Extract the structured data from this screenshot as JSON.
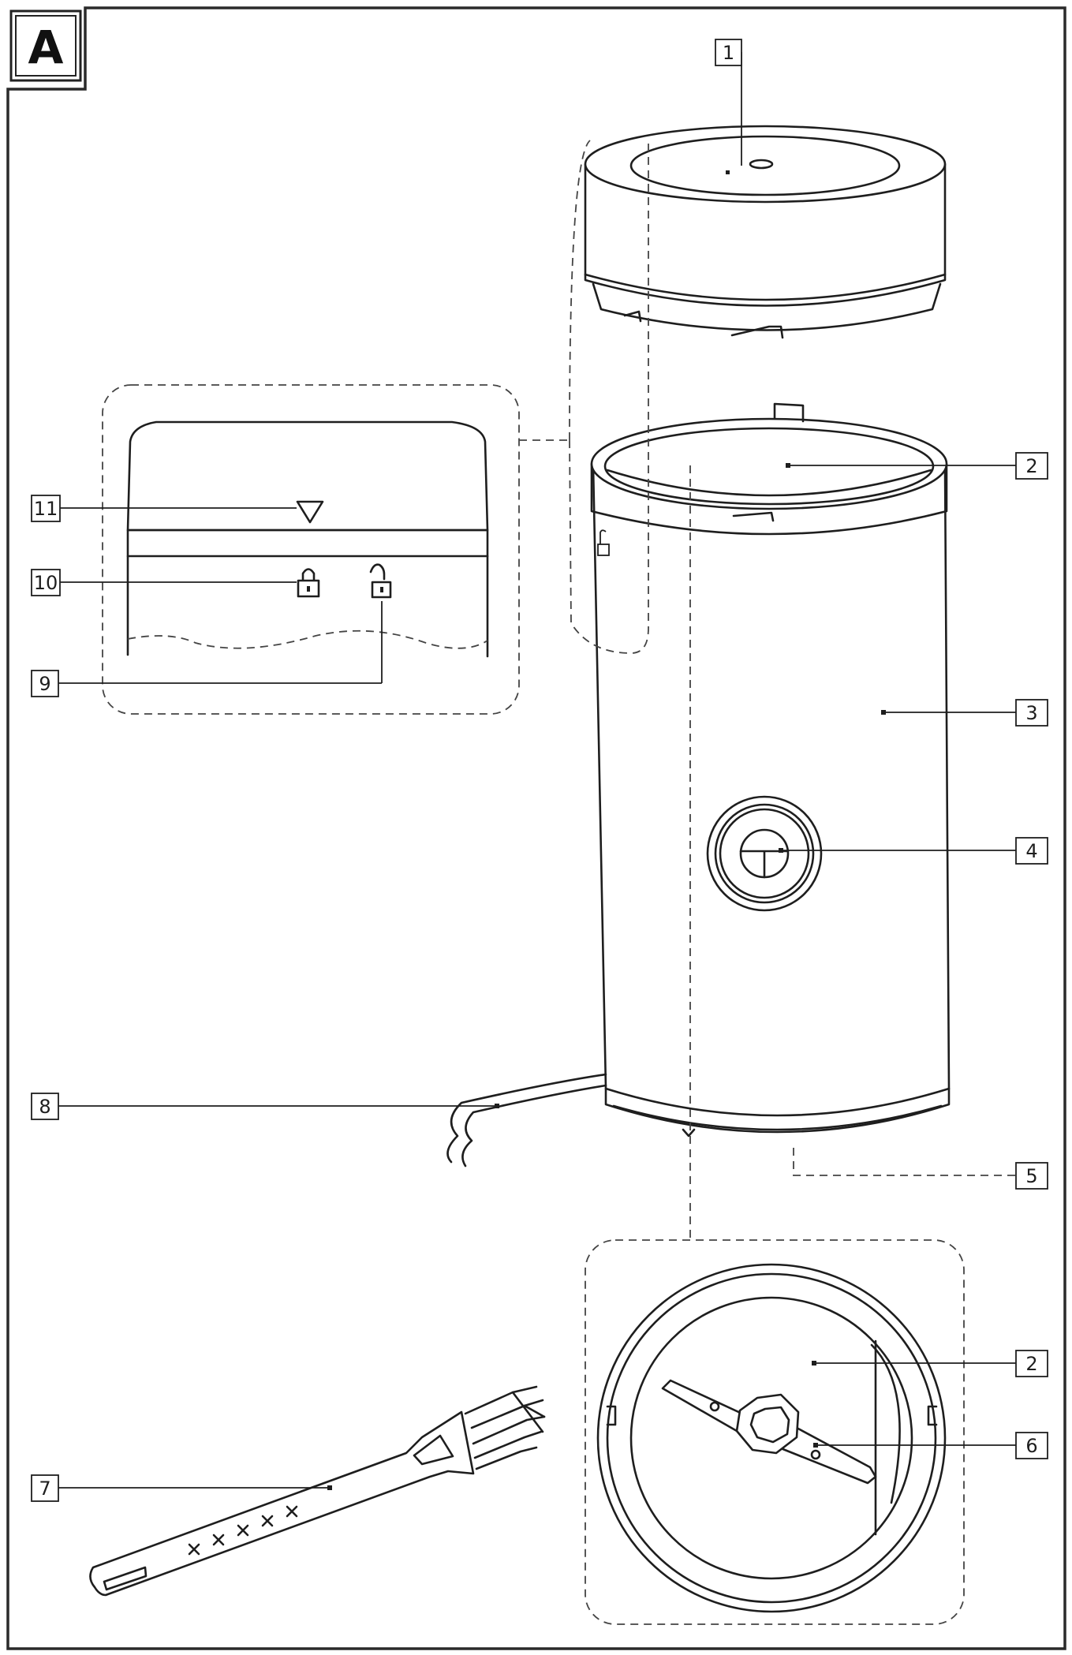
{
  "figure": {
    "section_label": "A",
    "callouts": [
      {
        "id": "c1",
        "label": "1"
      },
      {
        "id": "c2a",
        "label": "2"
      },
      {
        "id": "c3",
        "label": "3"
      },
      {
        "id": "c4",
        "label": "4"
      },
      {
        "id": "c5",
        "label": "5"
      },
      {
        "id": "c2b",
        "label": "2"
      },
      {
        "id": "c6",
        "label": "6"
      },
      {
        "id": "c7",
        "label": "7"
      },
      {
        "id": "c8",
        "label": "8"
      },
      {
        "id": "c9",
        "label": "9"
      },
      {
        "id": "c10",
        "label": "10"
      },
      {
        "id": "c11",
        "label": "11"
      }
    ]
  }
}
